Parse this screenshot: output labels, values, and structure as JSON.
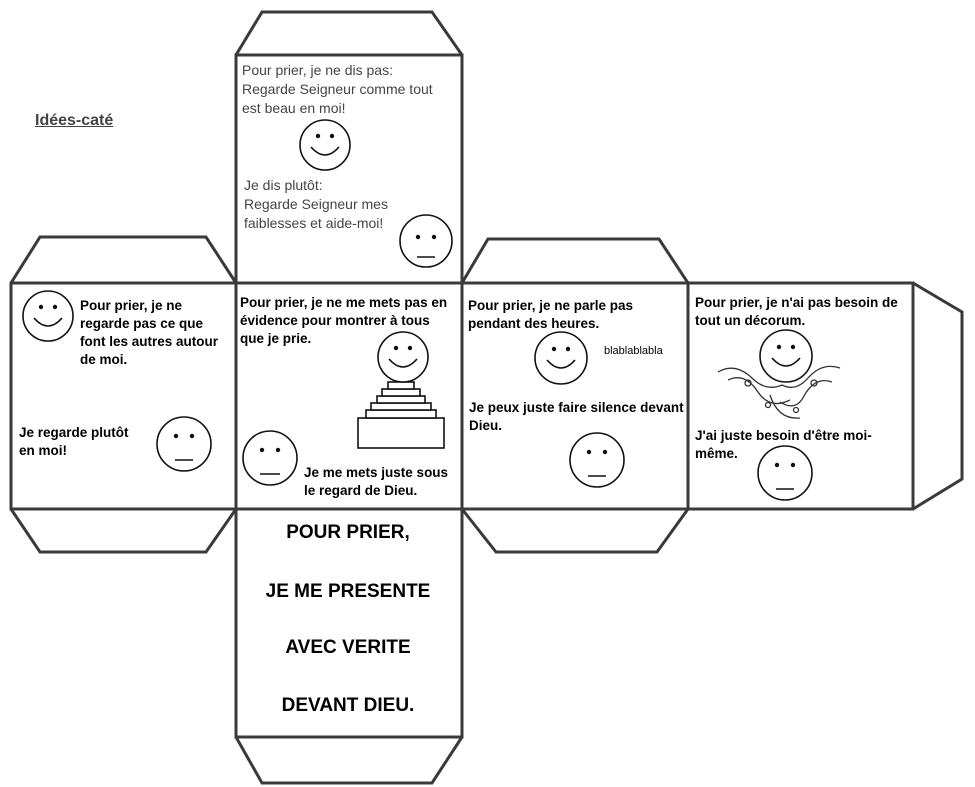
{
  "brand": "Idées-caté",
  "faces": {
    "top": {
      "line1": "Pour prier, je ne dis pas:",
      "line2": "Regarde Seigneur comme tout",
      "line3": "est beau en moi!",
      "line4": "Je dis plutôt:",
      "line5": "Regarde Seigneur mes",
      "line6": "faiblesses et aide-moi!"
    },
    "left": {
      "text1": "Pour prier, je ne regarde pas ce que font les autres autour de moi.",
      "text2": "Je regarde plutôt en moi!"
    },
    "center": {
      "text1": "Pour prier, je ne me mets pas en évidence pour montrer à tous que je prie.",
      "text2": "Je me mets juste sous le regard de Dieu."
    },
    "right1": {
      "text1": "Pour prier, je ne parle pas pendant des heures.",
      "bubble": "blablablabla",
      "text2": "Je peux juste faire silence devant Dieu."
    },
    "right2": {
      "text1": "Pour prier, je n'ai pas besoin de tout un décorum.",
      "text2": "J'ai juste  besoin d'être moi-même."
    },
    "bottom": {
      "line1": "POUR PRIER,",
      "line2": "JE ME PRESENTE",
      "line3": "AVEC VERITE",
      "line4": "DEVANT DIEU."
    }
  },
  "colors": {
    "border": "#3a3a3a",
    "text": "#000000",
    "muted": "#444444"
  }
}
